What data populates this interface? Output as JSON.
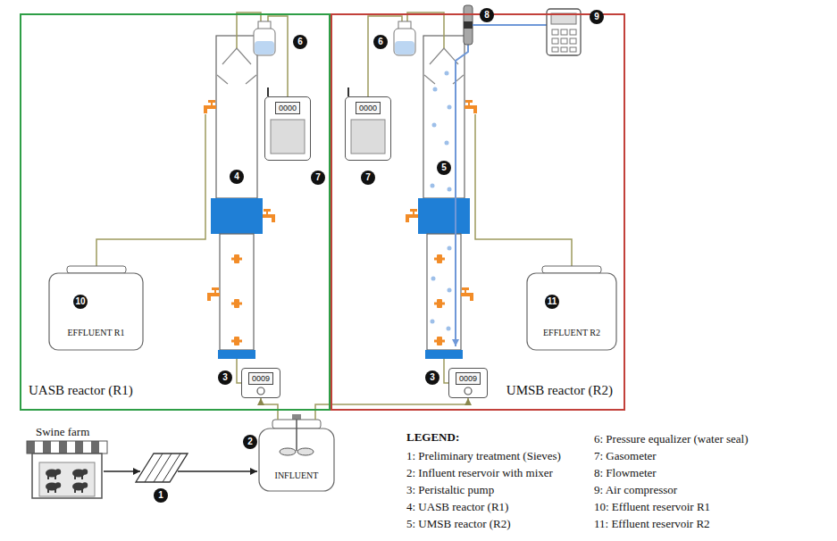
{
  "diagram": {
    "nodes": [
      {
        "text": [
          "UASB reactor (R1)"
        ]
      },
      {
        "text": [
          "0000"
        ],
        "in": 0
      },
      {
        "text": [
          "EFFLUENT R1"
        ],
        "in": 0
      },
      {
        "text": [
          "0009"
        ],
        "in": 0
      },
      {
        "text": [
          "UMSB reactor (R2)"
        ]
      },
      {
        "text": [
          "0000"
        ],
        "in": 4
      },
      {
        "text": [
          "EFFLUENT R2"
        ],
        "in": 4
      },
      {
        "text": [
          "0009"
        ],
        "in": 4
      },
      {
        "text": [
          "INFLUENT"
        ]
      }
    ],
    "edges": [
      {
        "from": 8,
        "to": 3,
        "arrow": "to"
      },
      {
        "from": 8,
        "to": 7,
        "arrow": "to"
      }
    ],
    "labels": [
      "Swine farm",
      "1",
      "2",
      "3",
      "3",
      "4",
      "5",
      "6",
      "6",
      "7",
      "7",
      "8",
      "9",
      "10",
      "11",
      "LEGEND:"
    ],
    "legend": [
      {
        "text": "1: Preliminary treatment (Sieves)"
      },
      {
        "text": "2: Influent reservoir with mixer"
      },
      {
        "text": "3: Peristaltic pump"
      },
      {
        "text": "4: UASB reactor (R1)"
      },
      {
        "text": "5: UMSB reactor (R2)"
      },
      {
        "text": "6: Pressure equalizer (water seal)"
      },
      {
        "text": "7: Gasometer"
      },
      {
        "text": "8: Flowmeter"
      },
      {
        "text": "9: Air compressor"
      },
      {
        "text": "10: Effluent reservoir R1"
      },
      {
        "text": "11: Effluent reservoir R2"
      }
    ]
  }
}
